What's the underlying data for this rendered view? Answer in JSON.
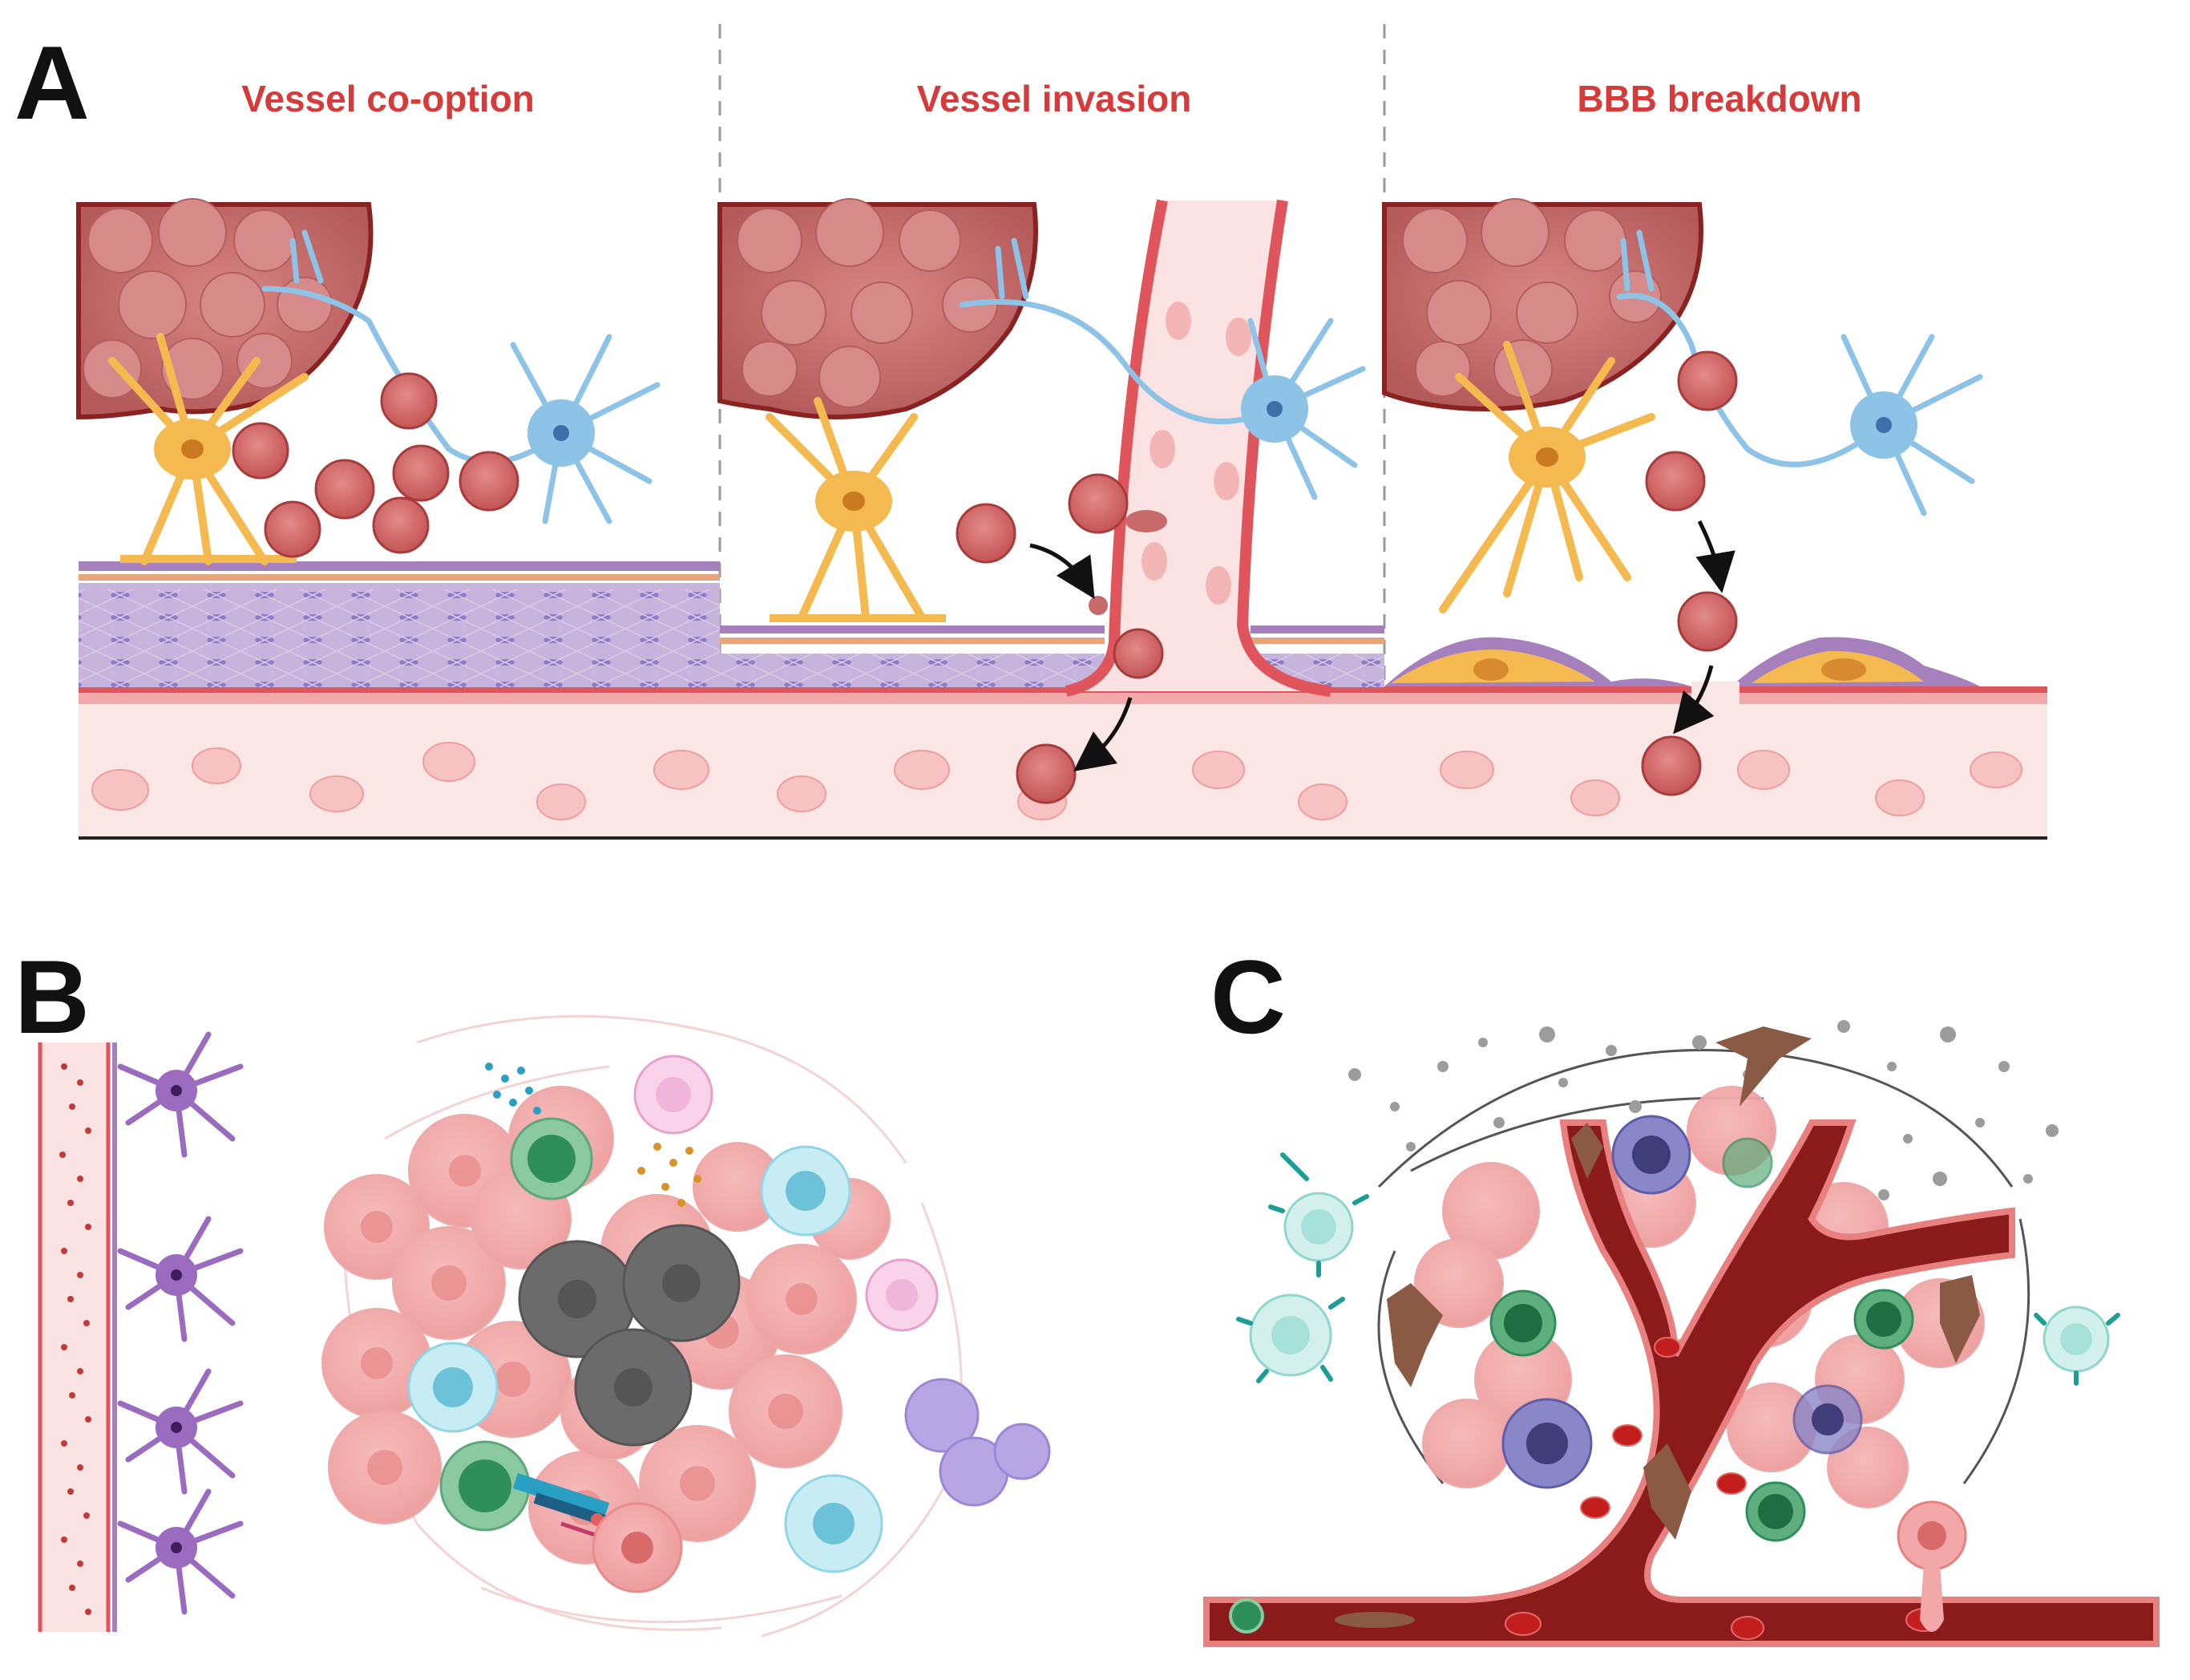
{
  "colors": {
    "title_red": "#d63a3a",
    "tumor": "#c96a6a",
    "tumor_dark": "#9e3b3b",
    "astrocyte": "#f4b94f",
    "neuron": "#8ec3e8",
    "vessel_wall": "#e0555b",
    "vessel_lumen": "#fbe3e3",
    "basement": "#b48cc8",
    "dark_vessel": "#8b1a1a",
    "tcell": "#2f8f5b",
    "macrophage": "#8fd6e6",
    "dying_cell": "#6b6b6b",
    "dendritic": "#6d6aa8",
    "fibroblast": "#8a5a44"
  },
  "panels": {
    "a": {
      "letter": "A",
      "titles": [
        "Vessel co-option",
        "Vessel invasion",
        "BBB breakdown"
      ]
    },
    "b": {
      "letter": "B"
    },
    "c": {
      "letter": "C"
    }
  }
}
